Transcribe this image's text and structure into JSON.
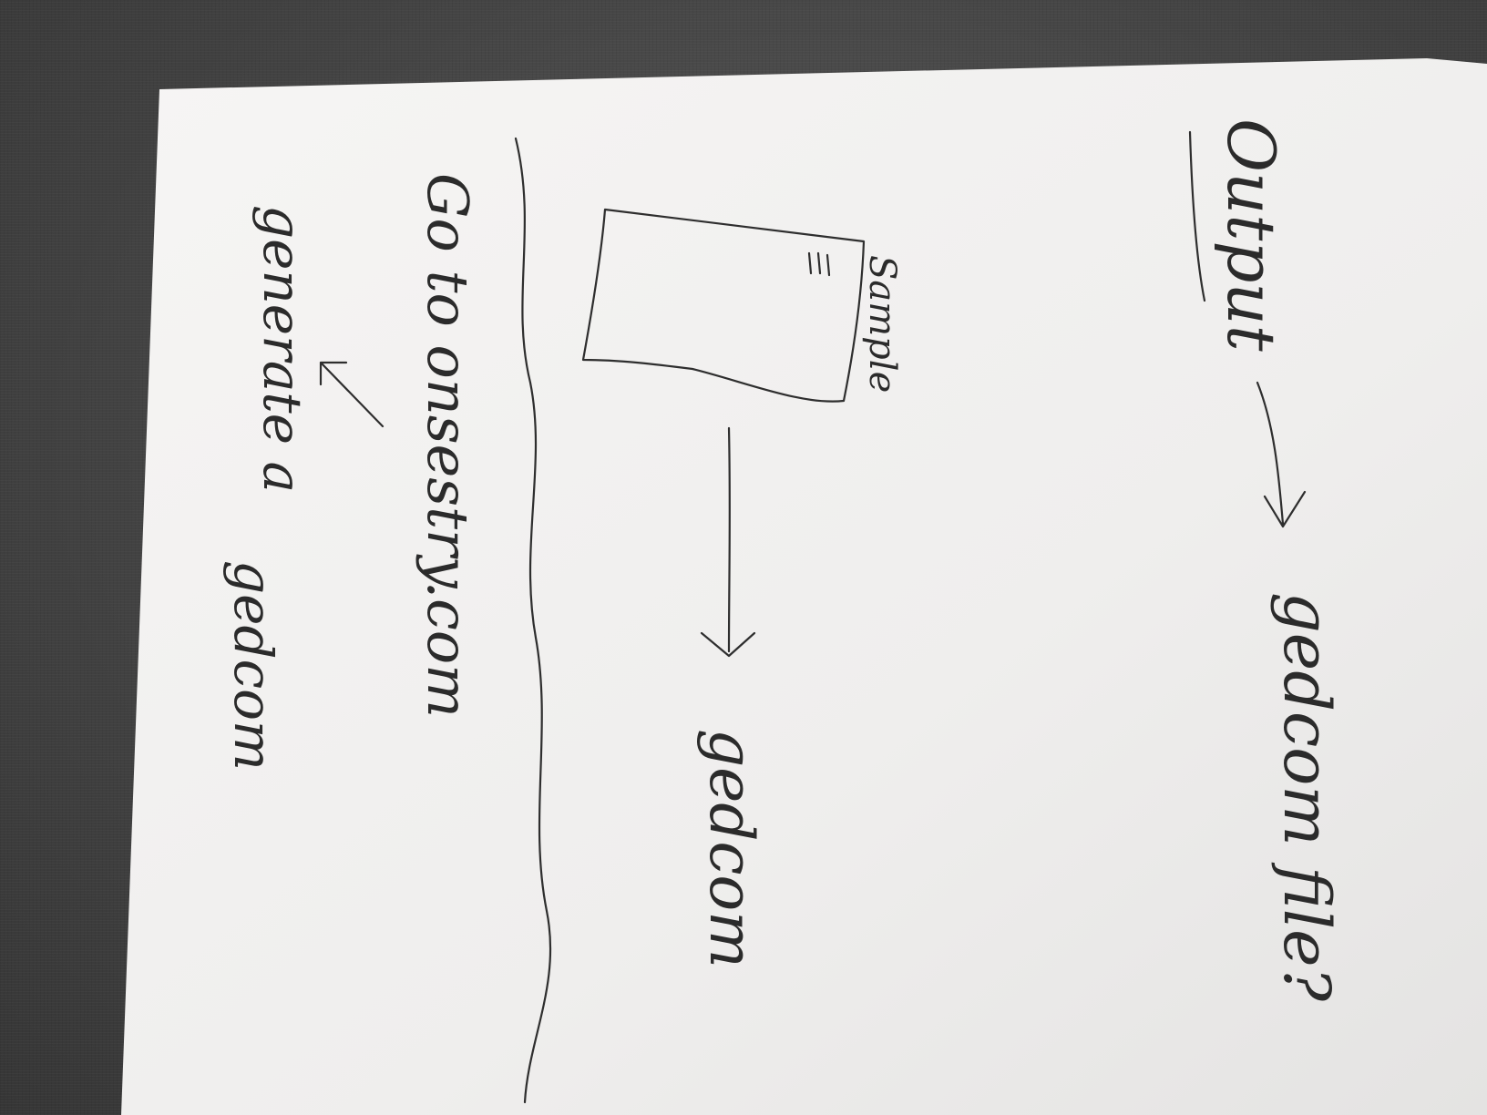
{
  "notes": {
    "output_label": "Output",
    "gedcom_question": "gedcom file?",
    "sample_label": "Sample",
    "gedcom_result": "gedcom",
    "go_to_site": "Go to onsestry.com",
    "generate_line1": "generate a",
    "generate_line2": "gedcom"
  },
  "colors": {
    "desk": "#474747",
    "paper": "#f1f0ef",
    "ink": "#2b2b2b"
  }
}
